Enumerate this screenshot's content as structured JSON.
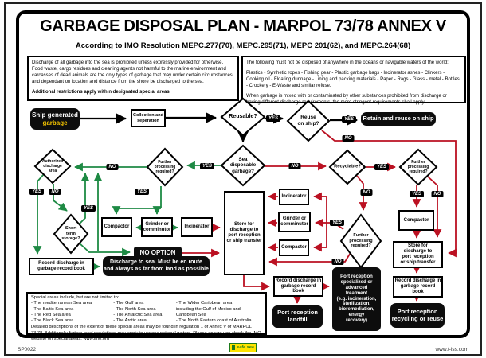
{
  "header": {
    "title": "GARBAGE DISPOSAL PLAN - MARPOL 73/78 ANNEX V",
    "subtitle": "According to IMO Resolution MEPC.277(70), MEPC.295(71), MEPC 201(62), and MEPC.264(68)"
  },
  "info_left": {
    "body": "Discharge of all garbage into the sea is prohibited unless expressly provided for otherwise. Food waste, cargo residues and cleaning agents not harmful to the marine environment and carcasses of dead animals are the only types of garbage that may under certain circumstances and dependant on location and distance from the shore be discharged to the sea.",
    "note": "Additional restrictions apply within designated special areas."
  },
  "info_right": {
    "intro": "The following must not be disposed of anywhere in the oceans or navigable waters of the world:",
    "items": "Plastics - Synthetic ropes - Fishing gear - Plastic garbage bags - Incinerator ashes - Clinkers - Cooking oil - Floating dunnage - Lining and packing materials - Paper - Rags - Glass - metal - Bottles - Crockery - E-Waste and similar refuse.",
    "note": "When garbage is mixed with or contaminated by other substances prohibited from discharge or having different discharge requirements, the more stringent requirements shall apply."
  },
  "labels": {
    "yes": "YES",
    "no": "NO"
  },
  "nodes": {
    "ship_generated_1": "Ship generated",
    "ship_generated_2": "garbage",
    "collection": "Collection and\nseperation",
    "reusable": "Reusable?",
    "reuse_on_ship": "Reuse\non ship?",
    "retain": "Retain and reuse on ship",
    "sea_disposable": "Sea\ndisposable\ngarbage?",
    "authorized": "Authorized\ndischarge\narea",
    "further_processing": "Further\nprocessing\nrequired?",
    "short_term": "Short\nterm\nstorage?",
    "recyclable": "Recyclable?",
    "compactor": "Compactor",
    "grinder": "Grinder or\ncomminutor",
    "incinerator": "Incinerator",
    "store": "Store for\ndischarge to\nport reception\nor ship transfer",
    "no_option": "NO OPTION",
    "discharge_sea": "Discharge to sea. Must be en route\nand always as far from land as possible",
    "record": "Record discharge in\ngarbage record book",
    "port_landfill": "Port reception\nlandfill",
    "port_special": "Port reception\nspecialized or\nadvanced\ntreatment\n(e.g. incineration,\nsterilization,\nbioremediation,\nenergy\nrecovery)",
    "port_recycle": "Port reception\nrecycling or reuse"
  },
  "special_areas": {
    "heading": "Special areas include, but are not limited to:",
    "col1": "- The mediterranean Sea area\n- The Baltic Sea area\n- The Red Sea area\n- The Black Sea area",
    "col2": "- The Gulf area\n- The North Sea area\n- The Antarctic Sea area\n- The Arctic area",
    "col3": "- The Wider Caribbean area\n  including the Gulf of Mexico and\n  Caribbean Sea\n- The North Eastern coast of Australia",
    "note": "Detailed descriptions of the extent of these special areas may be found in regulation 1 of Annex V of MARPOL 73/78. Additionally further local regulations may apply in various national waters. Please ensure you check the IMO website on special areas. www.imo.org"
  },
  "footer": {
    "code": "SP0022",
    "logo": "safe sea",
    "website": "www.t-iss.com"
  },
  "colors": {
    "green": "#1e8a44",
    "red": "#bb1122",
    "black_box": "#0d0d0d",
    "accent_yellow": "#f2c200"
  }
}
